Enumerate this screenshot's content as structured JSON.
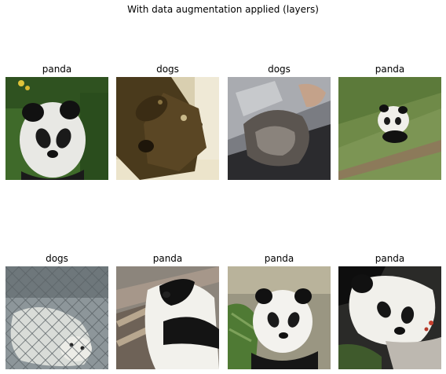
{
  "figure": {
    "title": "With data augmentation applied (layers)"
  },
  "images": [
    {
      "label": "panda",
      "scene": "panda-closeup-grass"
    },
    {
      "label": "dogs",
      "scene": "brown-dog-sepia"
    },
    {
      "label": "dogs",
      "scene": "grey-dog-rotated"
    },
    {
      "label": "panda",
      "scene": "small-panda-tilted-lawn"
    },
    {
      "label": "dogs",
      "scene": "dog-behind-fence"
    },
    {
      "label": "panda",
      "scene": "panda-on-wooden-platform"
    },
    {
      "label": "panda",
      "scene": "panda-eating-bamboo"
    },
    {
      "label": "panda",
      "scene": "panda-resting-rock"
    }
  ]
}
